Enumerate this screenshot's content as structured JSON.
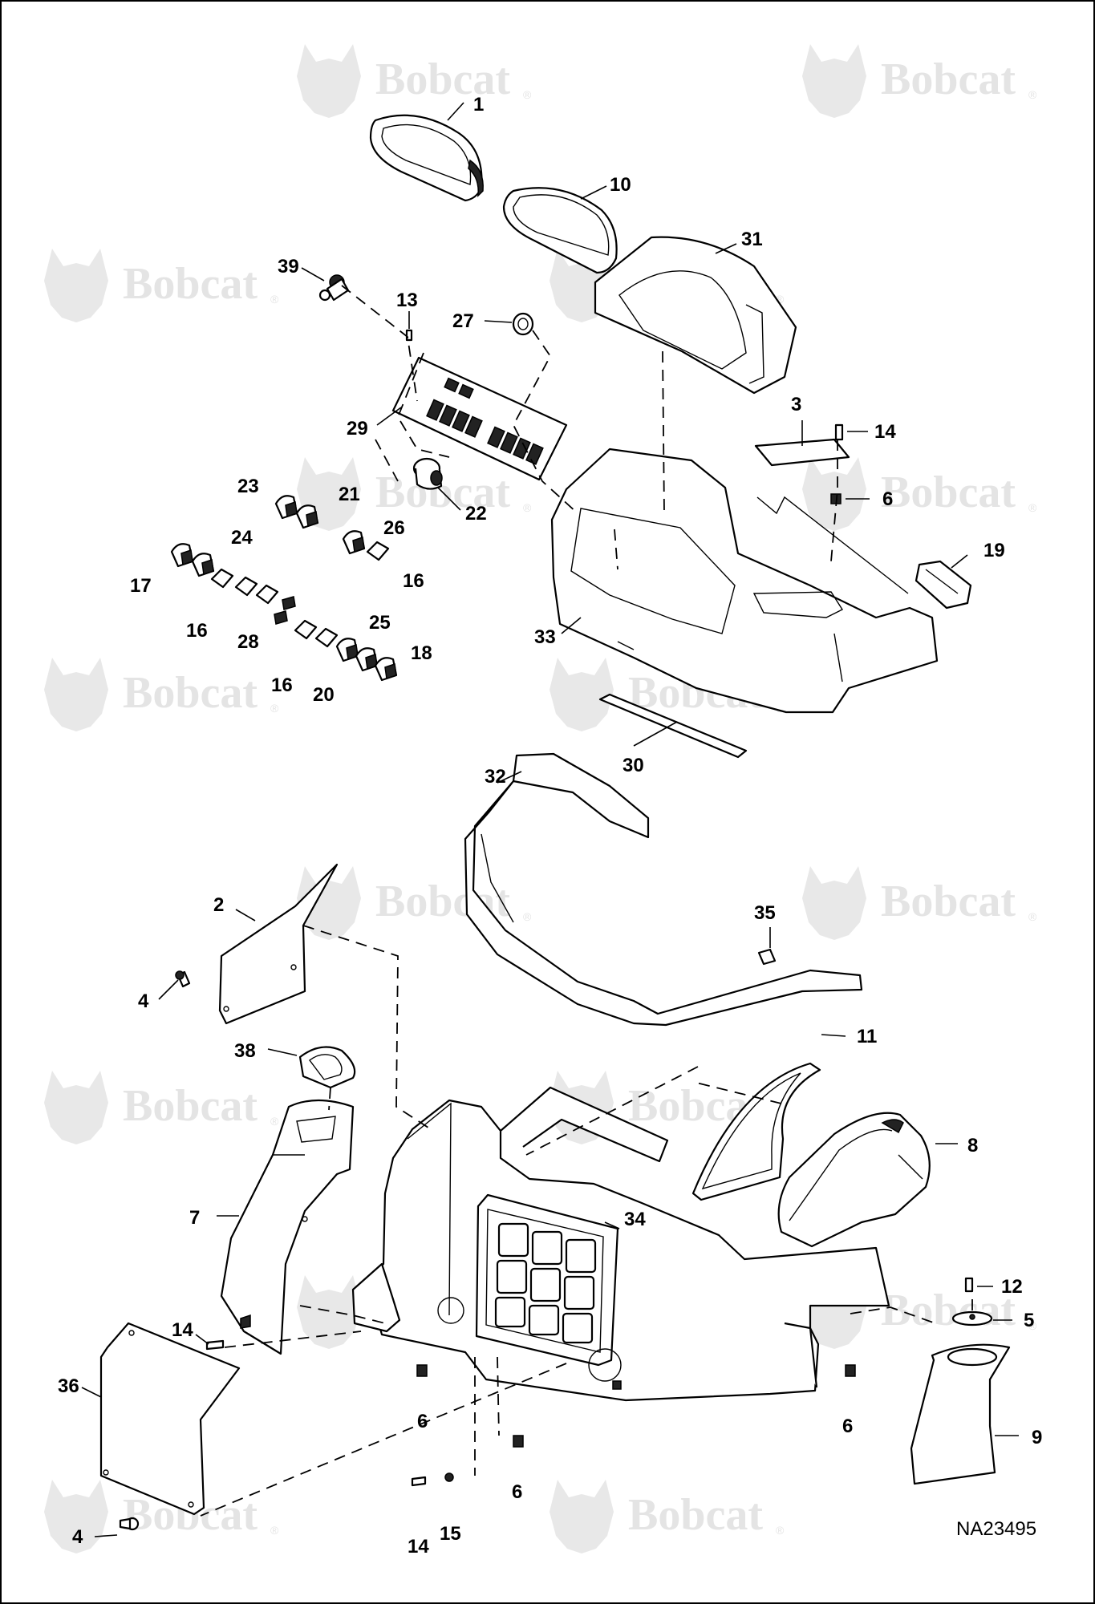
{
  "watermark": {
    "text": "Bobcat",
    "reg_mark": "®"
  },
  "figure_id": "NA23495",
  "callouts": {
    "c1": "1",
    "c2": "2",
    "c3": "3",
    "c4a": "4",
    "c4b": "4",
    "c5": "5",
    "c6a": "6",
    "c6b": "6",
    "c6c": "6",
    "c6d": "6",
    "c7": "7",
    "c8": "8",
    "c9": "9",
    "c10": "10",
    "c11": "11",
    "c12": "12",
    "c13": "13",
    "c14a": "14",
    "c14b": "14",
    "c14c": "14",
    "c15": "15",
    "c16a": "16",
    "c16b": "16",
    "c16c": "16",
    "c17": "17",
    "c18": "18",
    "c19": "19",
    "c20": "20",
    "c21": "21",
    "c22": "22",
    "c23": "23",
    "c24": "24",
    "c25": "25",
    "c26": "26",
    "c27": "27",
    "c28": "28",
    "c29": "29",
    "c30": "30",
    "c31": "31",
    "c32": "32",
    "c33": "33",
    "c34": "34",
    "c35": "35",
    "c36": "36",
    "c38": "38",
    "c39": "39"
  }
}
